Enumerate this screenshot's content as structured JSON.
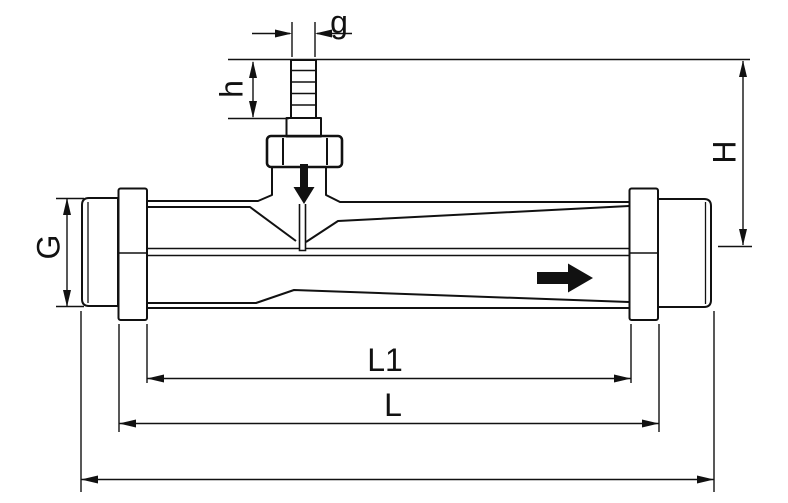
{
  "drawing": {
    "kind": "technical-dimension-drawing",
    "subject": "venturi-injector-fitting",
    "background_color": "#ffffff",
    "line_color": "#111111",
    "labels": {
      "g": "g",
      "h": "h",
      "H": "H",
      "G": "G",
      "L1": "L1",
      "L": "L"
    },
    "arrows": {
      "suction": "down-arrow",
      "main_flow": "right-arrow"
    }
  }
}
